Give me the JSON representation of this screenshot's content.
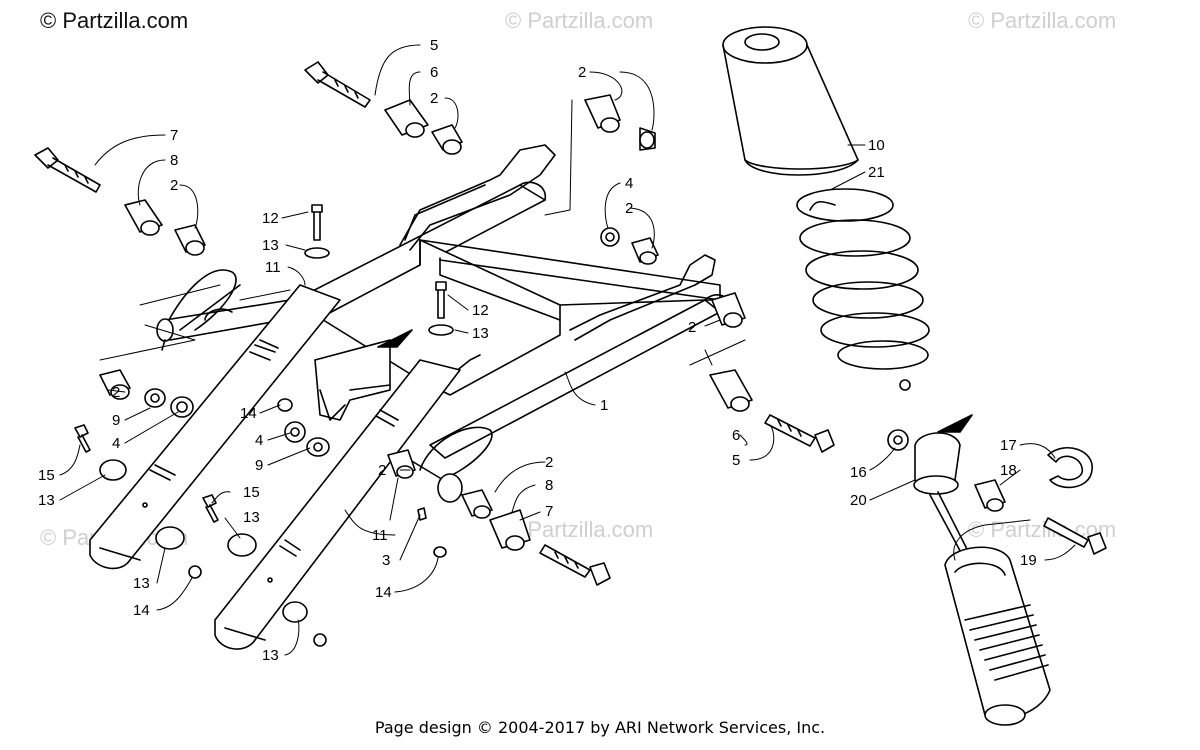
{
  "brand": "© Partzilla.com",
  "watermark": "© Partzilla.com",
  "footer": "Page design © 2004-2017 by ARI Network Services, Inc.",
  "callouts": [
    {
      "id": "c5a",
      "text": "5"
    },
    {
      "id": "c6a",
      "text": "6"
    },
    {
      "id": "c2a",
      "text": "2"
    },
    {
      "id": "c2b",
      "text": "2"
    },
    {
      "id": "c7a",
      "text": "7"
    },
    {
      "id": "c8a",
      "text": "8"
    },
    {
      "id": "c2c",
      "text": "2"
    },
    {
      "id": "c4a",
      "text": "4"
    },
    {
      "id": "c2d",
      "text": "2"
    },
    {
      "id": "c10",
      "text": "10"
    },
    {
      "id": "c21",
      "text": "21"
    },
    {
      "id": "c12a",
      "text": "12"
    },
    {
      "id": "c13a",
      "text": "13"
    },
    {
      "id": "c11a",
      "text": "11"
    },
    {
      "id": "c12b",
      "text": "12"
    },
    {
      "id": "c13b",
      "text": "13"
    },
    {
      "id": "c2e",
      "text": "2"
    },
    {
      "id": "c2f",
      "text": "2"
    },
    {
      "id": "c9a",
      "text": "9"
    },
    {
      "id": "c4b",
      "text": "4"
    },
    {
      "id": "c14a",
      "text": "14"
    },
    {
      "id": "c4c",
      "text": "4"
    },
    {
      "id": "c9b",
      "text": "9"
    },
    {
      "id": "c1",
      "text": "1"
    },
    {
      "id": "c6b",
      "text": "6"
    },
    {
      "id": "c5b",
      "text": "5"
    },
    {
      "id": "c17",
      "text": "17"
    },
    {
      "id": "c18",
      "text": "18"
    },
    {
      "id": "c16",
      "text": "16"
    },
    {
      "id": "c20",
      "text": "20"
    },
    {
      "id": "c15a",
      "text": "15"
    },
    {
      "id": "c13c",
      "text": "13"
    },
    {
      "id": "c15b",
      "text": "15"
    },
    {
      "id": "c13d",
      "text": "13"
    },
    {
      "id": "c2g",
      "text": "2"
    },
    {
      "id": "c8b",
      "text": "8"
    },
    {
      "id": "c7b",
      "text": "7"
    },
    {
      "id": "c2h",
      "text": "2"
    },
    {
      "id": "c11b",
      "text": "11"
    },
    {
      "id": "c3",
      "text": "3"
    },
    {
      "id": "c14b",
      "text": "14"
    },
    {
      "id": "c13e",
      "text": "13"
    },
    {
      "id": "c14c",
      "text": "14"
    },
    {
      "id": "c13f",
      "text": "13"
    },
    {
      "id": "c19",
      "text": "19"
    }
  ]
}
